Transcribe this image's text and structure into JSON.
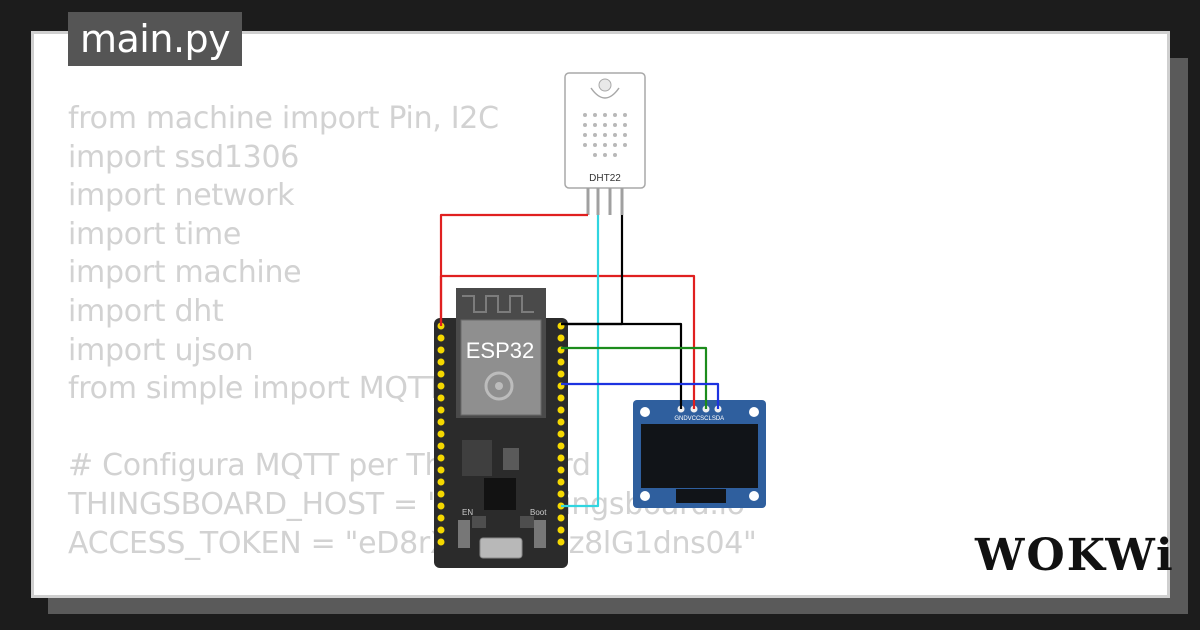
{
  "tab": {
    "filename": "main.py"
  },
  "code_lines": [
    "from machine import Pin, I2C",
    "import ssd1306",
    "import network",
    "import time",
    "import machine",
    "import dht",
    "import ujson",
    "from simple import MQTTClient",
    "",
    "# Configura MQTT per ThingsBoard",
    "THINGSBOARD_HOST = \"demo.thingsboard.io\"",
    "ACCESS_TOKEN = \"eD8rXAkl3sB3z8lG1dns04\""
  ],
  "sensor": {
    "label": "DHT22"
  },
  "mcu": {
    "label": "ESP32",
    "en_label": "EN",
    "boot_label": "Boot"
  },
  "oled": {
    "pins": [
      "GND",
      "VCC",
      "SCL",
      "SDA"
    ]
  },
  "brand": {
    "logo": "WOKWi"
  },
  "wire_colors": {
    "power": "#e02020",
    "ground": "#000000",
    "signal": "#30d5e0",
    "scl": "#1c8c1c",
    "sda": "#1d33e0"
  }
}
